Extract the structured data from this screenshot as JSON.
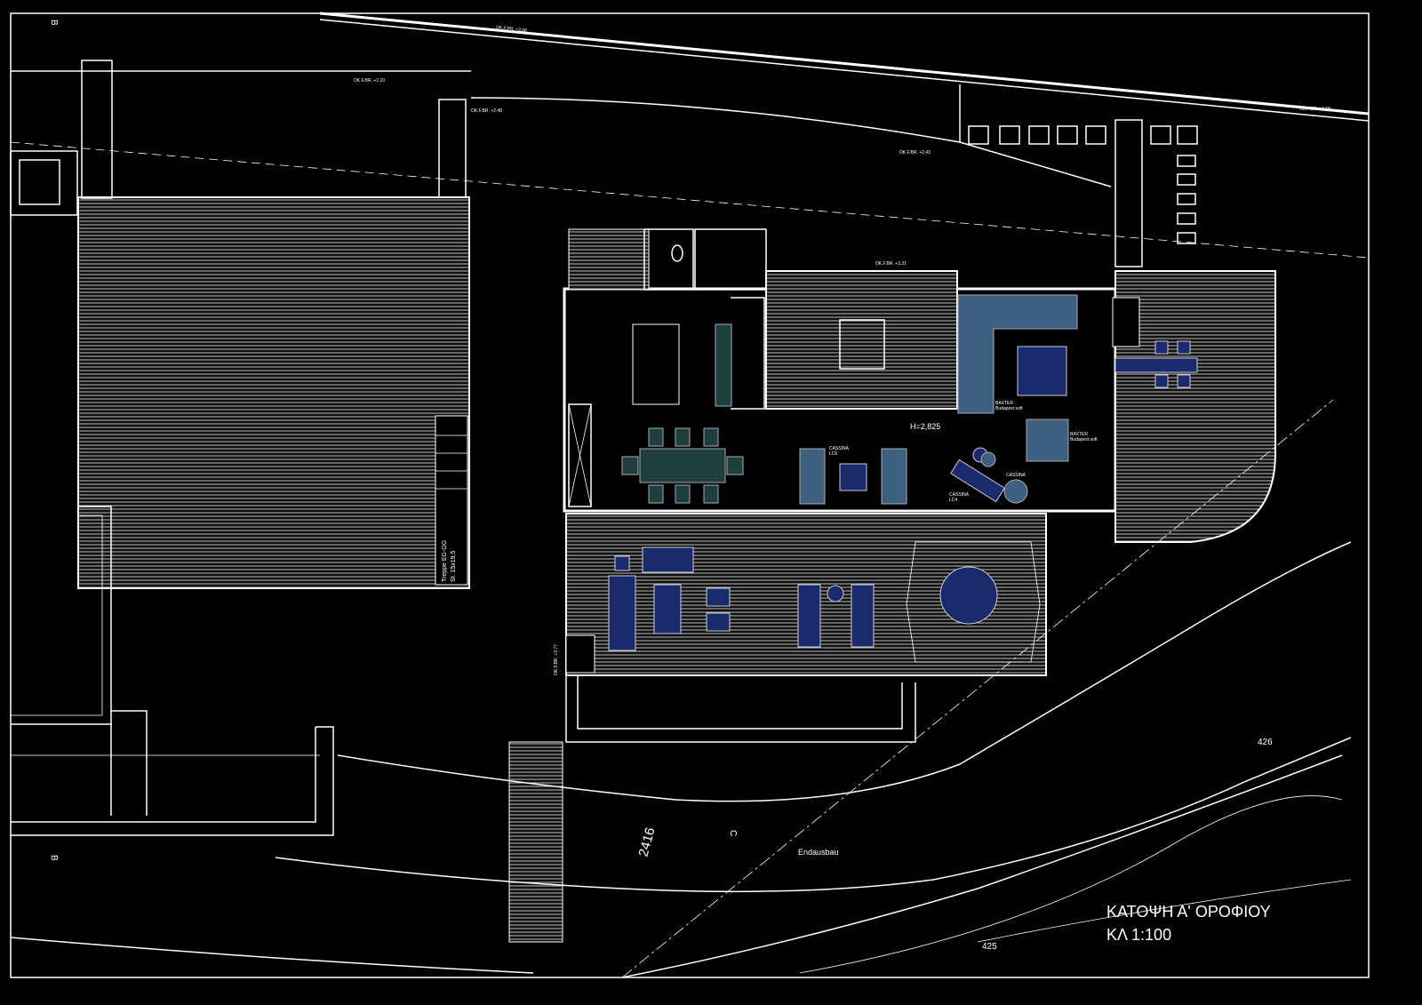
{
  "drawing": {
    "title": "ΚΑΤΟΨΗ Α' ΟΡΟΦΙΟΥ",
    "scale": "ΚΛ 1:100",
    "ceiling_height": "H=2,825",
    "labels": {
      "endausbau": "Endausbau",
      "contour_2416": "2416",
      "contour_426": "426",
      "contour_425": "425",
      "stair": "Treppe EG-OG",
      "stair_spec": "St. 15x19,5",
      "section_b_top": "B",
      "section_b_bottom": "B",
      "section_c": "C"
    },
    "furniture_labels": {
      "baxter_1": "BAXTER",
      "baxter_1_sub": "Budapest soft",
      "baxter_2": "BAXTER",
      "baxter_2_sub": "Budapest soft",
      "cassina_1": "CASSINA",
      "cassina_1_sub": "LC6",
      "cassina_2": "CASSINA",
      "cassina_2_sub": "LC4",
      "cassina_3": "CASSINA"
    },
    "levels": [
      "OK.F.BR. +3.58",
      "OK.F.BR. +2.10",
      "OK.F.BR. +2.48",
      "OK.F.BR. +2.43",
      "OK.F.BR. +3.58",
      "OK.F.BR. +3.31",
      "OK.F.BR. +3.77"
    ],
    "colors": {
      "background": "#000000",
      "lines": "#ffffff",
      "sofa": "#3f5f7f",
      "furniture_dark": "#1a2a6a",
      "dining": "#1e3f3a"
    }
  }
}
